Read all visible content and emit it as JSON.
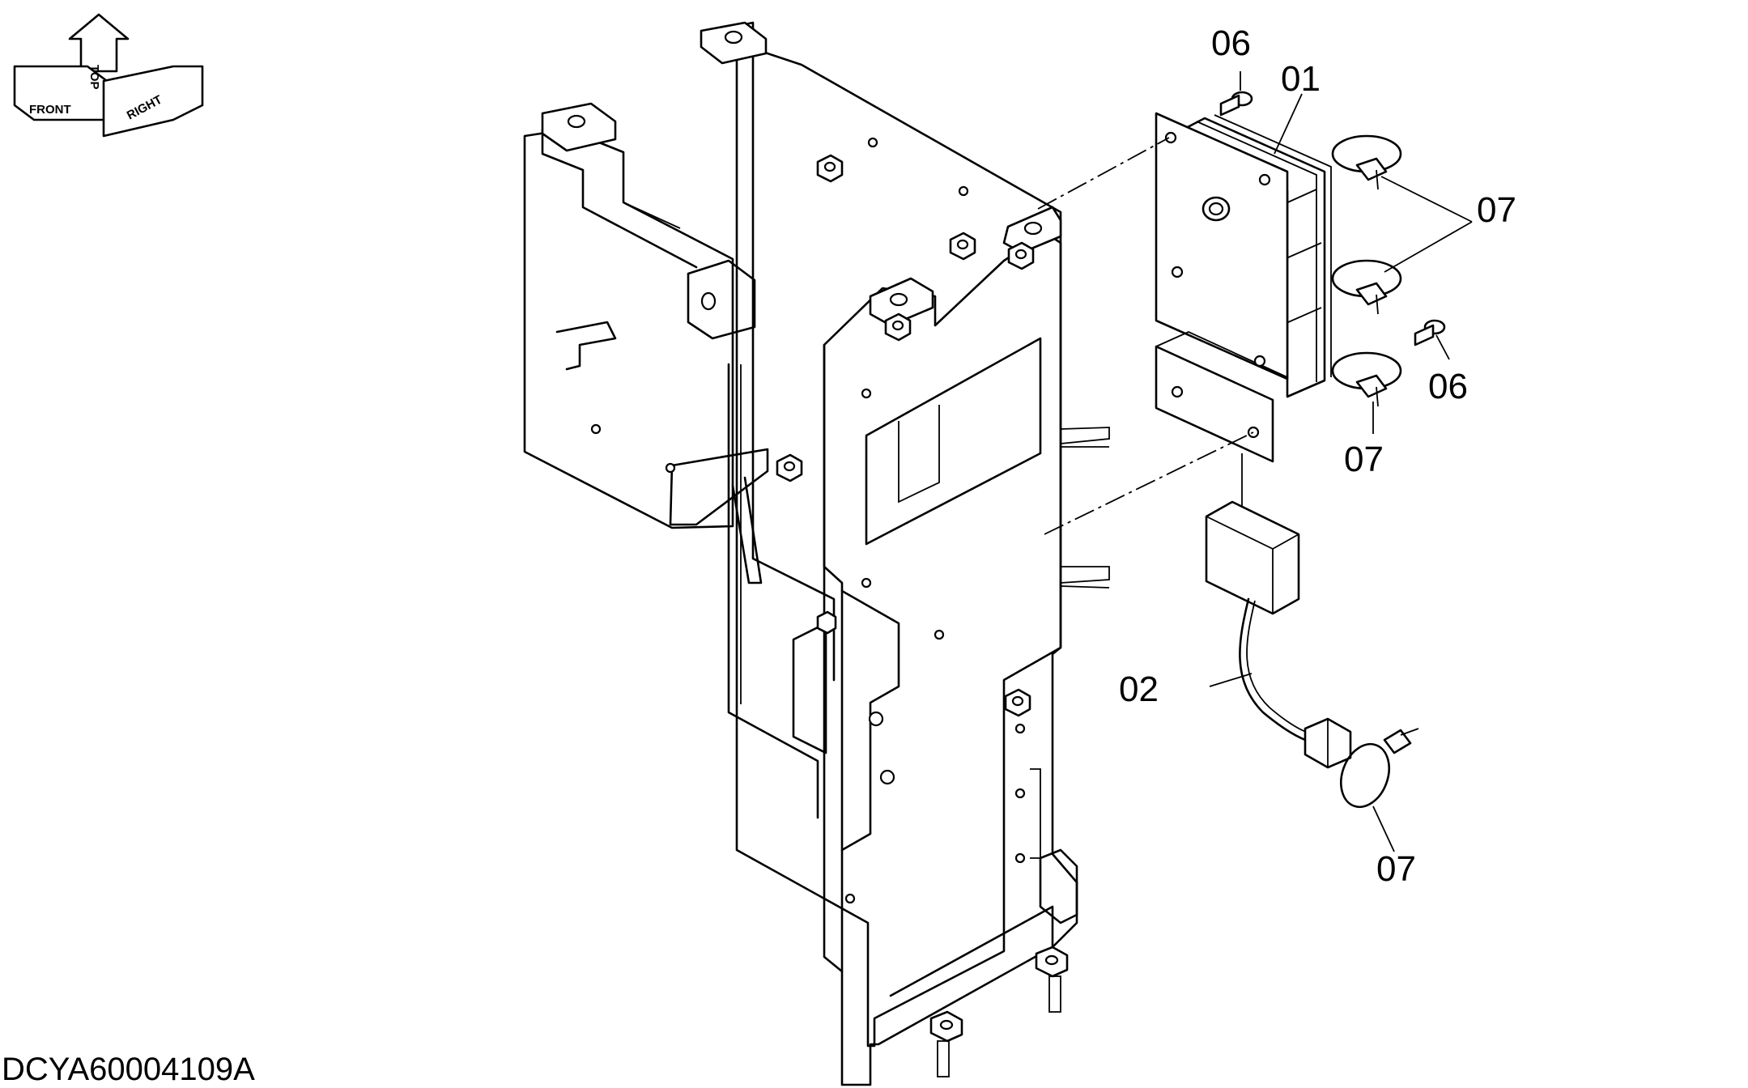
{
  "orientation_badge": {
    "labels": [
      "FRONT",
      "TOP",
      "RIGHT"
    ],
    "icon": "orientation-arrows-icon"
  },
  "callouts": {
    "p01": "01",
    "p02": "02",
    "p06a": "06",
    "p06b": "06",
    "p07a": "07",
    "p07b": "07",
    "p07c": "07"
  },
  "drawing_code": "DCYA60004109A"
}
